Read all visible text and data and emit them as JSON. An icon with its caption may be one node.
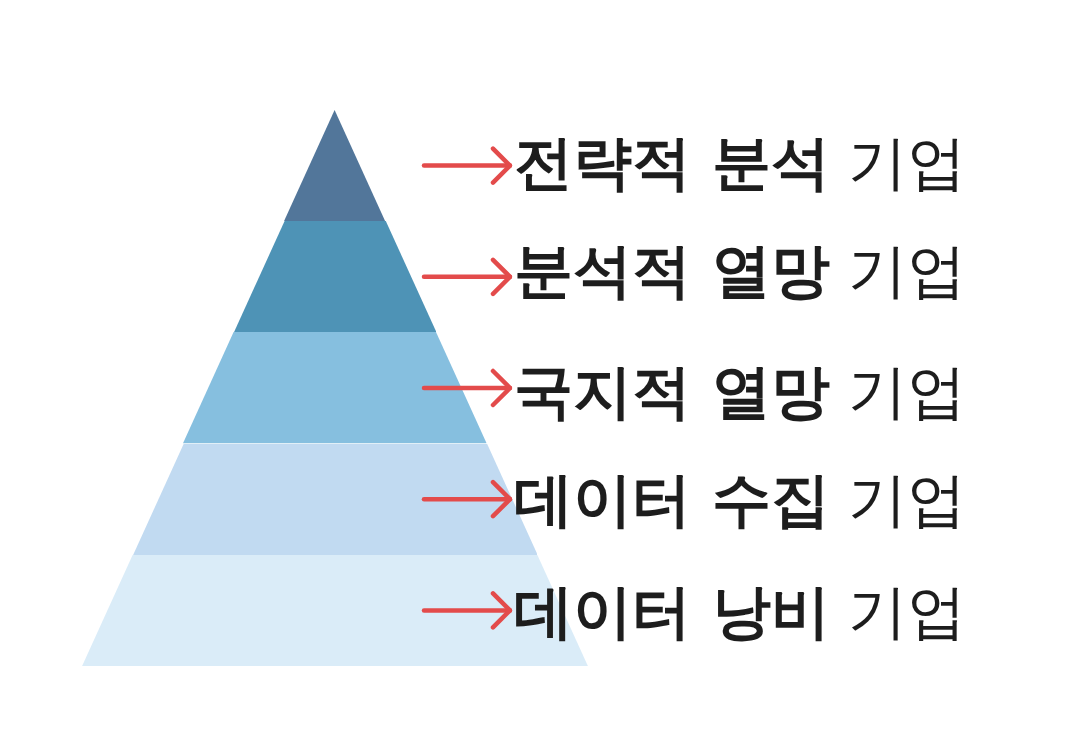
{
  "diagram": {
    "nodes": [
      {
        "text": [],
        "shape": "triangle"
      },
      {
        "text": [],
        "shape": "trapezoid"
      },
      {
        "text": [],
        "shape": "trapezoid"
      },
      {
        "text": [],
        "shape": "trapezoid"
      },
      {
        "text": [],
        "shape": "trapezoid"
      },
      {
        "text": [
          "**전략적 분석** 기업"
        ]
      },
      {
        "text": [
          "**분석적 열망** 기업"
        ]
      },
      {
        "text": [
          "**국지적 열망** 기업"
        ]
      },
      {
        "text": [
          "**데이터 수집** 기업"
        ]
      },
      {
        "text": [
          "**데이터 낭비** 기업"
        ]
      }
    ],
    "edges": [
      {
        "from": 0,
        "to": 5,
        "arrow": "to"
      },
      {
        "from": 1,
        "to": 6,
        "arrow": "to"
      },
      {
        "from": 2,
        "to": 7,
        "arrow": "to"
      },
      {
        "from": 3,
        "to": 8,
        "arrow": "to"
      },
      {
        "from": 4,
        "to": 9,
        "arrow": "to"
      }
    ]
  }
}
